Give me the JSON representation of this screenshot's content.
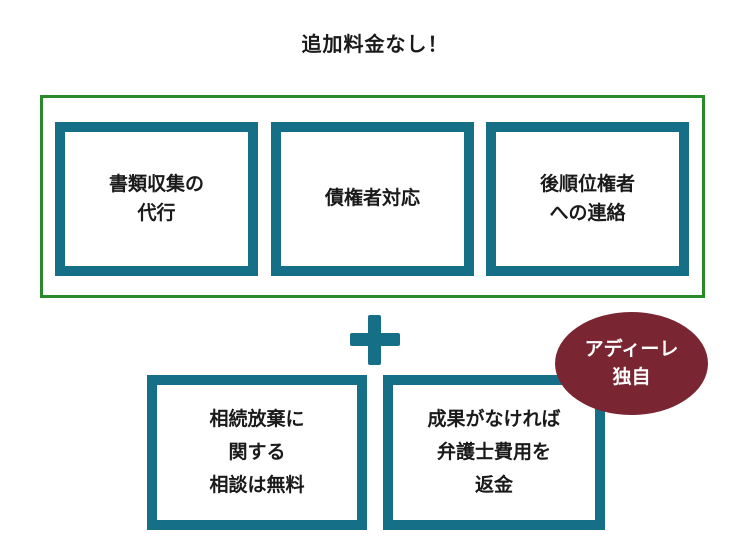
{
  "title": "追加料金なし！",
  "top_group": {
    "boxes": [
      {
        "label": "書類収集の\n代行"
      },
      {
        "label": "債権者対応"
      },
      {
        "label": "後順位権者\nへの連絡"
      }
    ]
  },
  "plus_symbol": "+",
  "bottom_group": {
    "boxes": [
      {
        "label": "相続放棄に\n関する\n相談は無料"
      },
      {
        "label": "成果がなければ\n弁護士費用を\n返金"
      }
    ]
  },
  "badge": {
    "label": "アディーレ\n独自"
  },
  "colors": {
    "box_border": "#156f86",
    "group_frame": "#2a8a2a",
    "badge_fill": "#7a2632",
    "plus": "#156f86"
  }
}
